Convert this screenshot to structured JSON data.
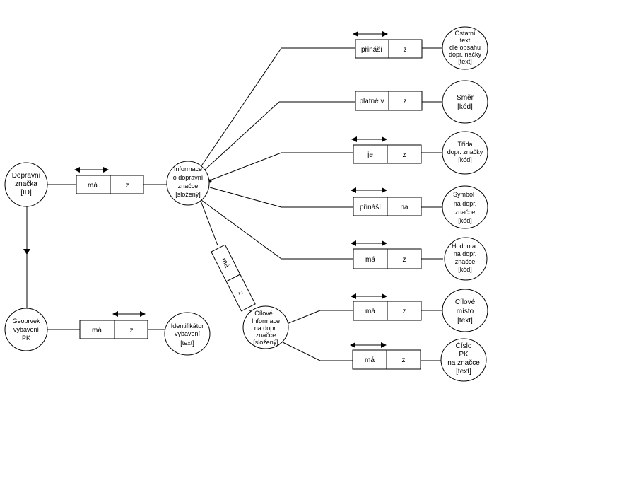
{
  "entities": {
    "dopravni_znacka": [
      "Dopravní",
      "značka",
      "[ID]"
    ],
    "geoprvek": [
      "Geoprvek",
      "vybavení",
      "PK"
    ],
    "identifikator": [
      "Identifikátor",
      "vybavení",
      "[text]"
    ],
    "informace": [
      "Informace",
      "o dopravní",
      "značce",
      "[složený]"
    ],
    "cilove_informace": [
      "Cílové",
      "Informace",
      "na dopr.",
      "značce",
      "[složený]"
    ],
    "ostatni_text": [
      "Ostatní",
      "text",
      "dle obsahu",
      "dopr. načky",
      "[text]"
    ],
    "smer": [
      "Směr",
      "[kód]"
    ],
    "trida": [
      "Třída",
      "dopr. značky",
      "[kód]"
    ],
    "symbol": [
      "Symbol",
      "na dopr.",
      "značce",
      "[kód]"
    ],
    "hodnota": [
      "Hodnota",
      "na dopr.",
      "značce",
      "[kód]"
    ],
    "cilove_misto": [
      "Cílové",
      "místo",
      "[text]"
    ],
    "cislo_pk": [
      "Číslo",
      "PK",
      "na značce",
      "[text]"
    ]
  },
  "relations": {
    "znacka_informace": {
      "role": "má",
      "card": "z"
    },
    "geoprvek_identifikator": {
      "role": "má",
      "card": "z"
    },
    "informace_cilove": {
      "role": "má",
      "card": "z"
    },
    "prinasi_ostatni": {
      "role": "přináší",
      "card": "z"
    },
    "platne_smer": {
      "role": "platné v",
      "card": "z"
    },
    "je_trida": {
      "role": "je",
      "card": "z"
    },
    "prinasi_symbol": {
      "role": "přináší",
      "card": "na"
    },
    "ma_hodnota": {
      "role": "má",
      "card": "z"
    },
    "ma_cilove_misto": {
      "role": "má",
      "card": "z"
    },
    "ma_cislo_pk": {
      "role": "má",
      "card": "z"
    }
  }
}
